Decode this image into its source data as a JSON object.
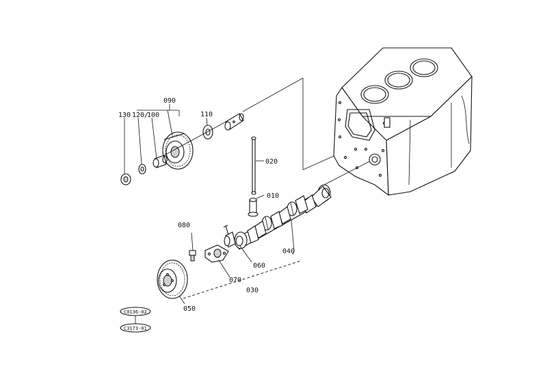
{
  "labels": {
    "p010": "010",
    "p020": "020",
    "p030": "030",
    "p040": "040",
    "p050": "050",
    "p060": "060",
    "p070": "070",
    "p080": "080",
    "p090": "090",
    "p100": "100",
    "p110": "110",
    "p120": "120",
    "p130": "130"
  },
  "references": {
    "ref1": "C0136-02",
    "ref2": "C3173-01"
  }
}
